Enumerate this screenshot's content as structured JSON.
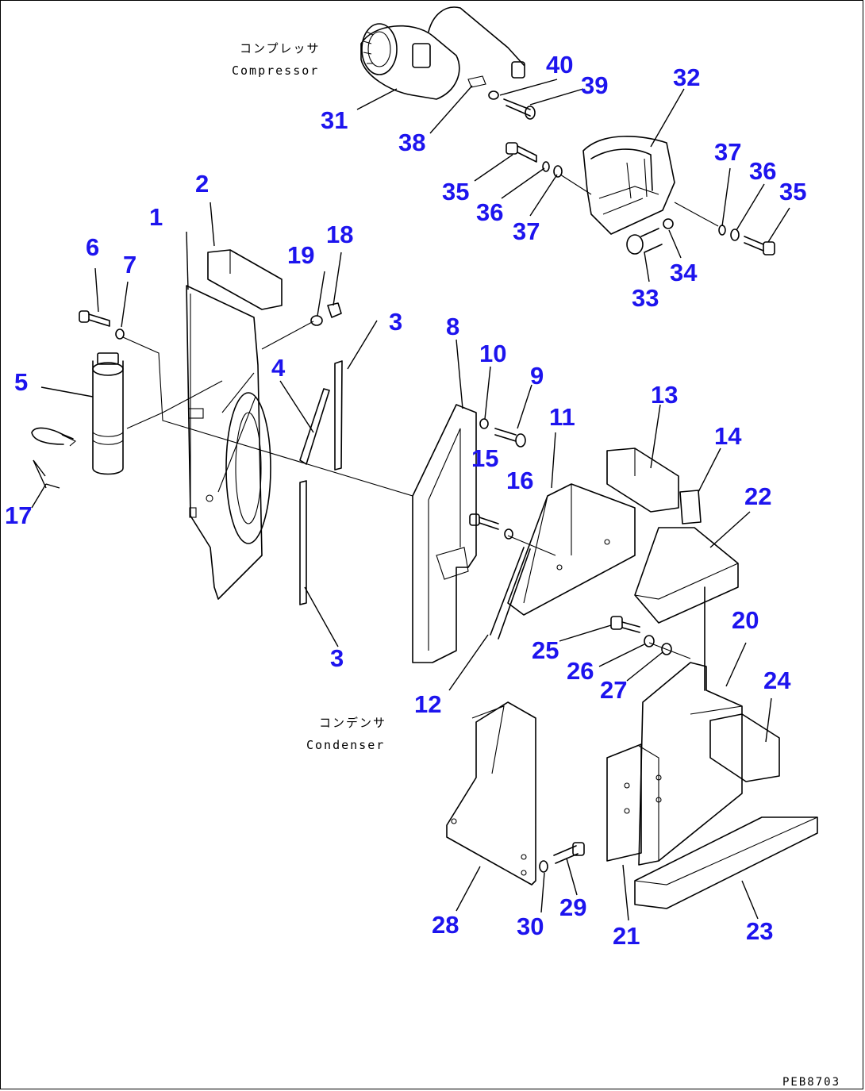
{
  "captions": {
    "compressor_jp": "コンプレッサ",
    "compressor_en": "Compressor",
    "condenser_jp": "コンデンサ",
    "condenser_en": "Condenser"
  },
  "drawing_code": "PEB8703",
  "callout_color": "#1d14ee",
  "callouts": {
    "c1": "1",
    "c2": "2",
    "c3a": "3",
    "c3b": "3",
    "c4": "4",
    "c5": "5",
    "c6": "6",
    "c7": "7",
    "c8": "8",
    "c9": "9",
    "c10": "10",
    "c11": "11",
    "c12": "12",
    "c13": "13",
    "c14": "14",
    "c15": "15",
    "c16": "16",
    "c17": "17",
    "c18": "18",
    "c19": "19",
    "c20": "20",
    "c21": "21",
    "c22": "22",
    "c23": "23",
    "c24": "24",
    "c25": "25",
    "c26": "26",
    "c27": "27",
    "c28": "28",
    "c29": "29",
    "c30": "30",
    "c31": "31",
    "c32": "32",
    "c33": "33",
    "c34": "34",
    "c35a": "35",
    "c35b": "35",
    "c36a": "36",
    "c36b": "36",
    "c37a": "37",
    "c37b": "37",
    "c38": "38",
    "c39": "39",
    "c40": "40"
  }
}
